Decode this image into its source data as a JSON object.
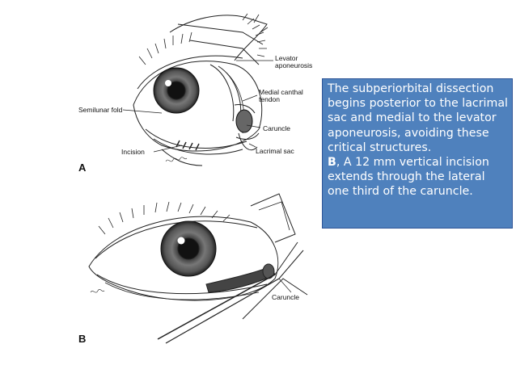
{
  "figure": {
    "panel_a": {
      "letter": "A",
      "labels": {
        "levator_line1": "Levator",
        "levator_line2": "aponeurosis",
        "medial_canthal_line1": "Medial canthal",
        "medial_canthal_line2": "tendon",
        "semilunar_fold": "Semilunar fold",
        "caruncle": "Caruncle",
        "incision": "Incision",
        "lacrimal_sac": "Lacrimal sac"
      }
    },
    "panel_b": {
      "letter": "B",
      "labels": {
        "caruncle": "Caruncle"
      }
    }
  },
  "caption": {
    "part_a_text": "The subperiorbital dissection begins posterior to the lacrimal sac and medial to the levator aponeurosis, avoiding these critical structures.",
    "part_b_letter": "B",
    "part_b_text": ", A 12 mm vertical incision extends through the lateral one third of the caruncle."
  }
}
